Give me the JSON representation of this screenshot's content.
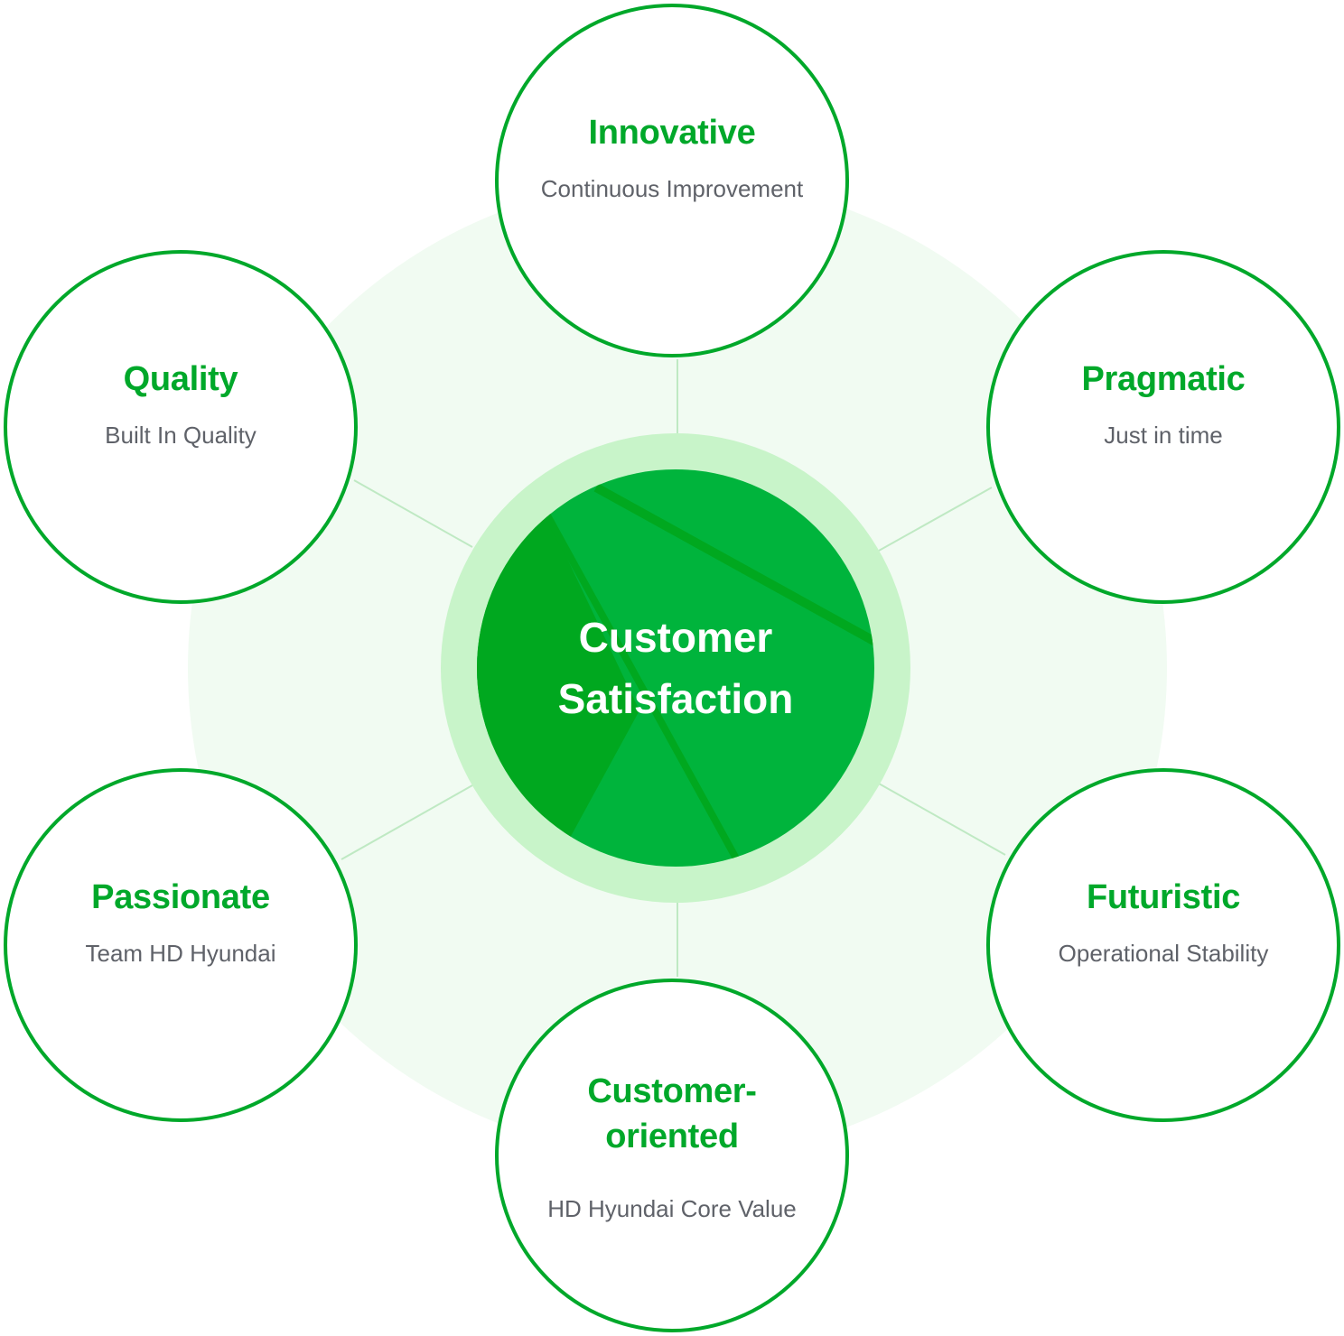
{
  "colors": {
    "accent": "#00a82a",
    "center_fill": "#00b43c",
    "center_dark": "#00a81f",
    "ring": "#c8f4c9",
    "background_disc": "#f1fbf2",
    "connector": "#bfe9c3",
    "subtitle": "#5f6269"
  },
  "center": {
    "title": "Customer\nSatisfaction"
  },
  "nodes": [
    {
      "id": "innovative",
      "title": "Innovative",
      "subtitle": "Continuous Improvement"
    },
    {
      "id": "pragmatic",
      "title": "Pragmatic",
      "subtitle": "Just in time"
    },
    {
      "id": "futuristic",
      "title": "Futuristic",
      "subtitle": "Operational Stability"
    },
    {
      "id": "customer-oriented",
      "title": "Customer-\noriented",
      "subtitle": "HD Hyundai Core Value"
    },
    {
      "id": "passionate",
      "title": "Passionate",
      "subtitle": "Team HD Hyundai"
    },
    {
      "id": "quality",
      "title": "Quality",
      "subtitle": "Built In Quality"
    }
  ]
}
